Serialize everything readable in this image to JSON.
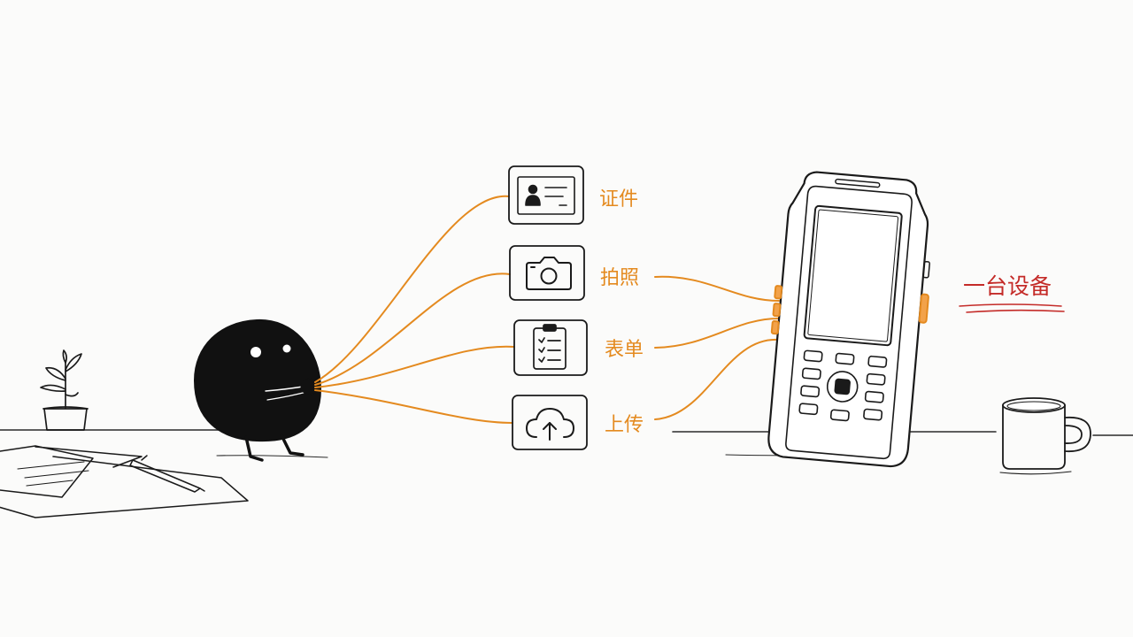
{
  "features": [
    {
      "label": "证件",
      "icon": "id-card-icon"
    },
    {
      "label": "拍照",
      "icon": "camera-icon"
    },
    {
      "label": "表单",
      "icon": "clipboard-form-icon"
    },
    {
      "label": "上传",
      "icon": "cloud-upload-icon"
    }
  ],
  "device_caption": "一台设备",
  "colors": {
    "accent_orange": "#e48a1f",
    "caption_red": "#c42b28",
    "ink": "#1a1a1a",
    "background": "#fbfbfa"
  }
}
